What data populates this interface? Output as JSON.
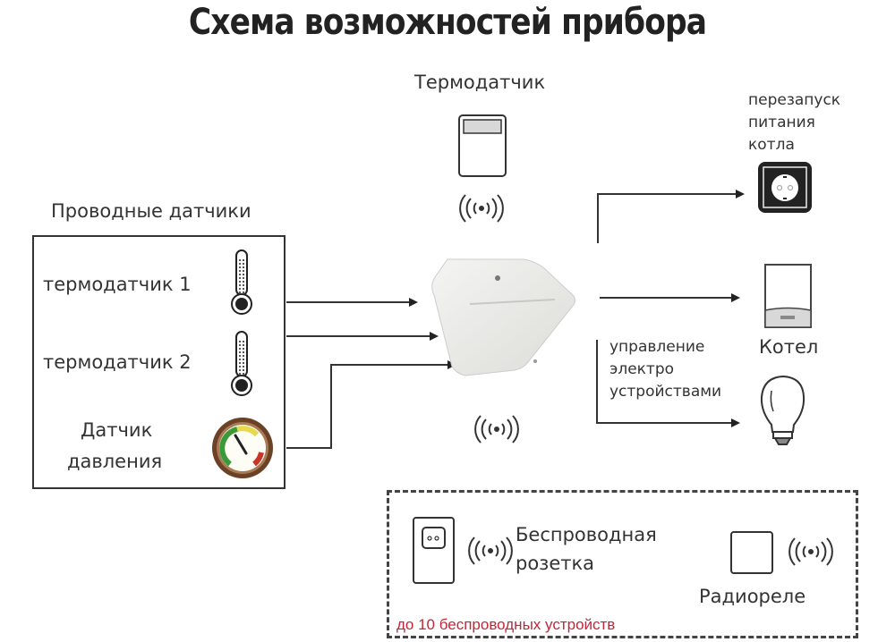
{
  "title": "Схема возможностей прибора",
  "wireless_thermo": {
    "label": "Термодатчик",
    "icon": "thermostat-icon",
    "signal_icon": "wireless-signal-icon"
  },
  "wired_sensors": {
    "label": "Проводные датчики",
    "items": [
      {
        "label": "термодатчик 1",
        "icon": "thermometer-icon"
      },
      {
        "label": "термодатчик 2",
        "icon": "thermometer-icon"
      },
      {
        "label_line1": "Датчик",
        "label_line2": "давления",
        "icon": "pressure-gauge-icon"
      }
    ]
  },
  "controller": {
    "icon": "controller-device-icon",
    "signal_icon": "wireless-signal-icon"
  },
  "outputs": {
    "restart": {
      "line1": "перезапуск",
      "line2": "питания",
      "line3": "котла",
      "icon": "power-socket-icon"
    },
    "boiler": {
      "label": "Котел",
      "icon": "boiler-icon"
    },
    "control": {
      "line1": "управление",
      "line2": "электро",
      "line3": "устройствами",
      "icon": "light-bulb-icon"
    }
  },
  "wireless_devices": {
    "socket": {
      "line1": "Беспроводная",
      "line2": "розетка",
      "icon": "wireless-socket-icon"
    },
    "relay": {
      "label": "Радиореле",
      "icon": "radio-relay-icon"
    },
    "note": "до 10 беспроводных устройств",
    "note_color": "#c0283a"
  }
}
